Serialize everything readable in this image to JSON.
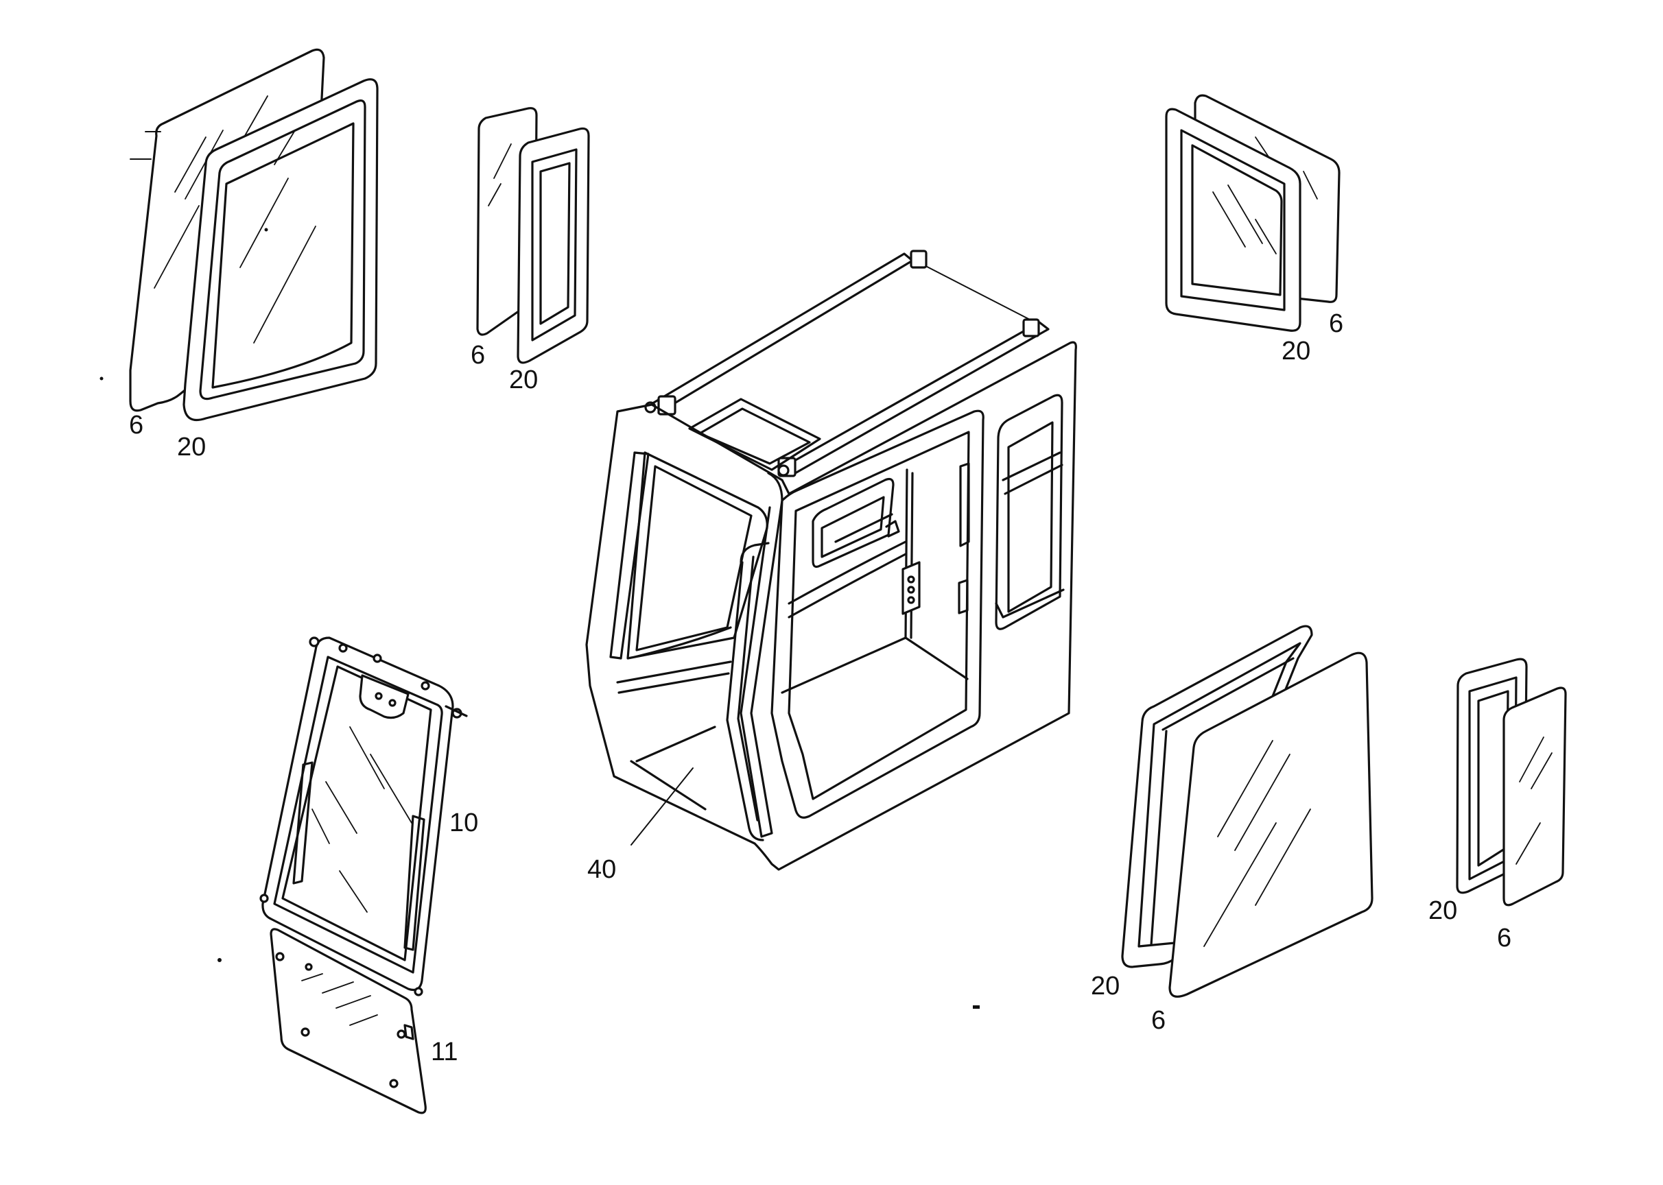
{
  "callouts": {
    "glass_top_left": "6",
    "seal_top_left": "20",
    "glass_top_small": "6",
    "seal_top_small": "20",
    "glass_top_right": "6",
    "seal_top_right": "20",
    "door_frame": "10",
    "door_lower_glass": "11",
    "cab": "40",
    "seal_bottom_right": "20",
    "glass_bottom_right": "6",
    "seal_bottom_small": "20",
    "glass_bottom_small": "6"
  }
}
